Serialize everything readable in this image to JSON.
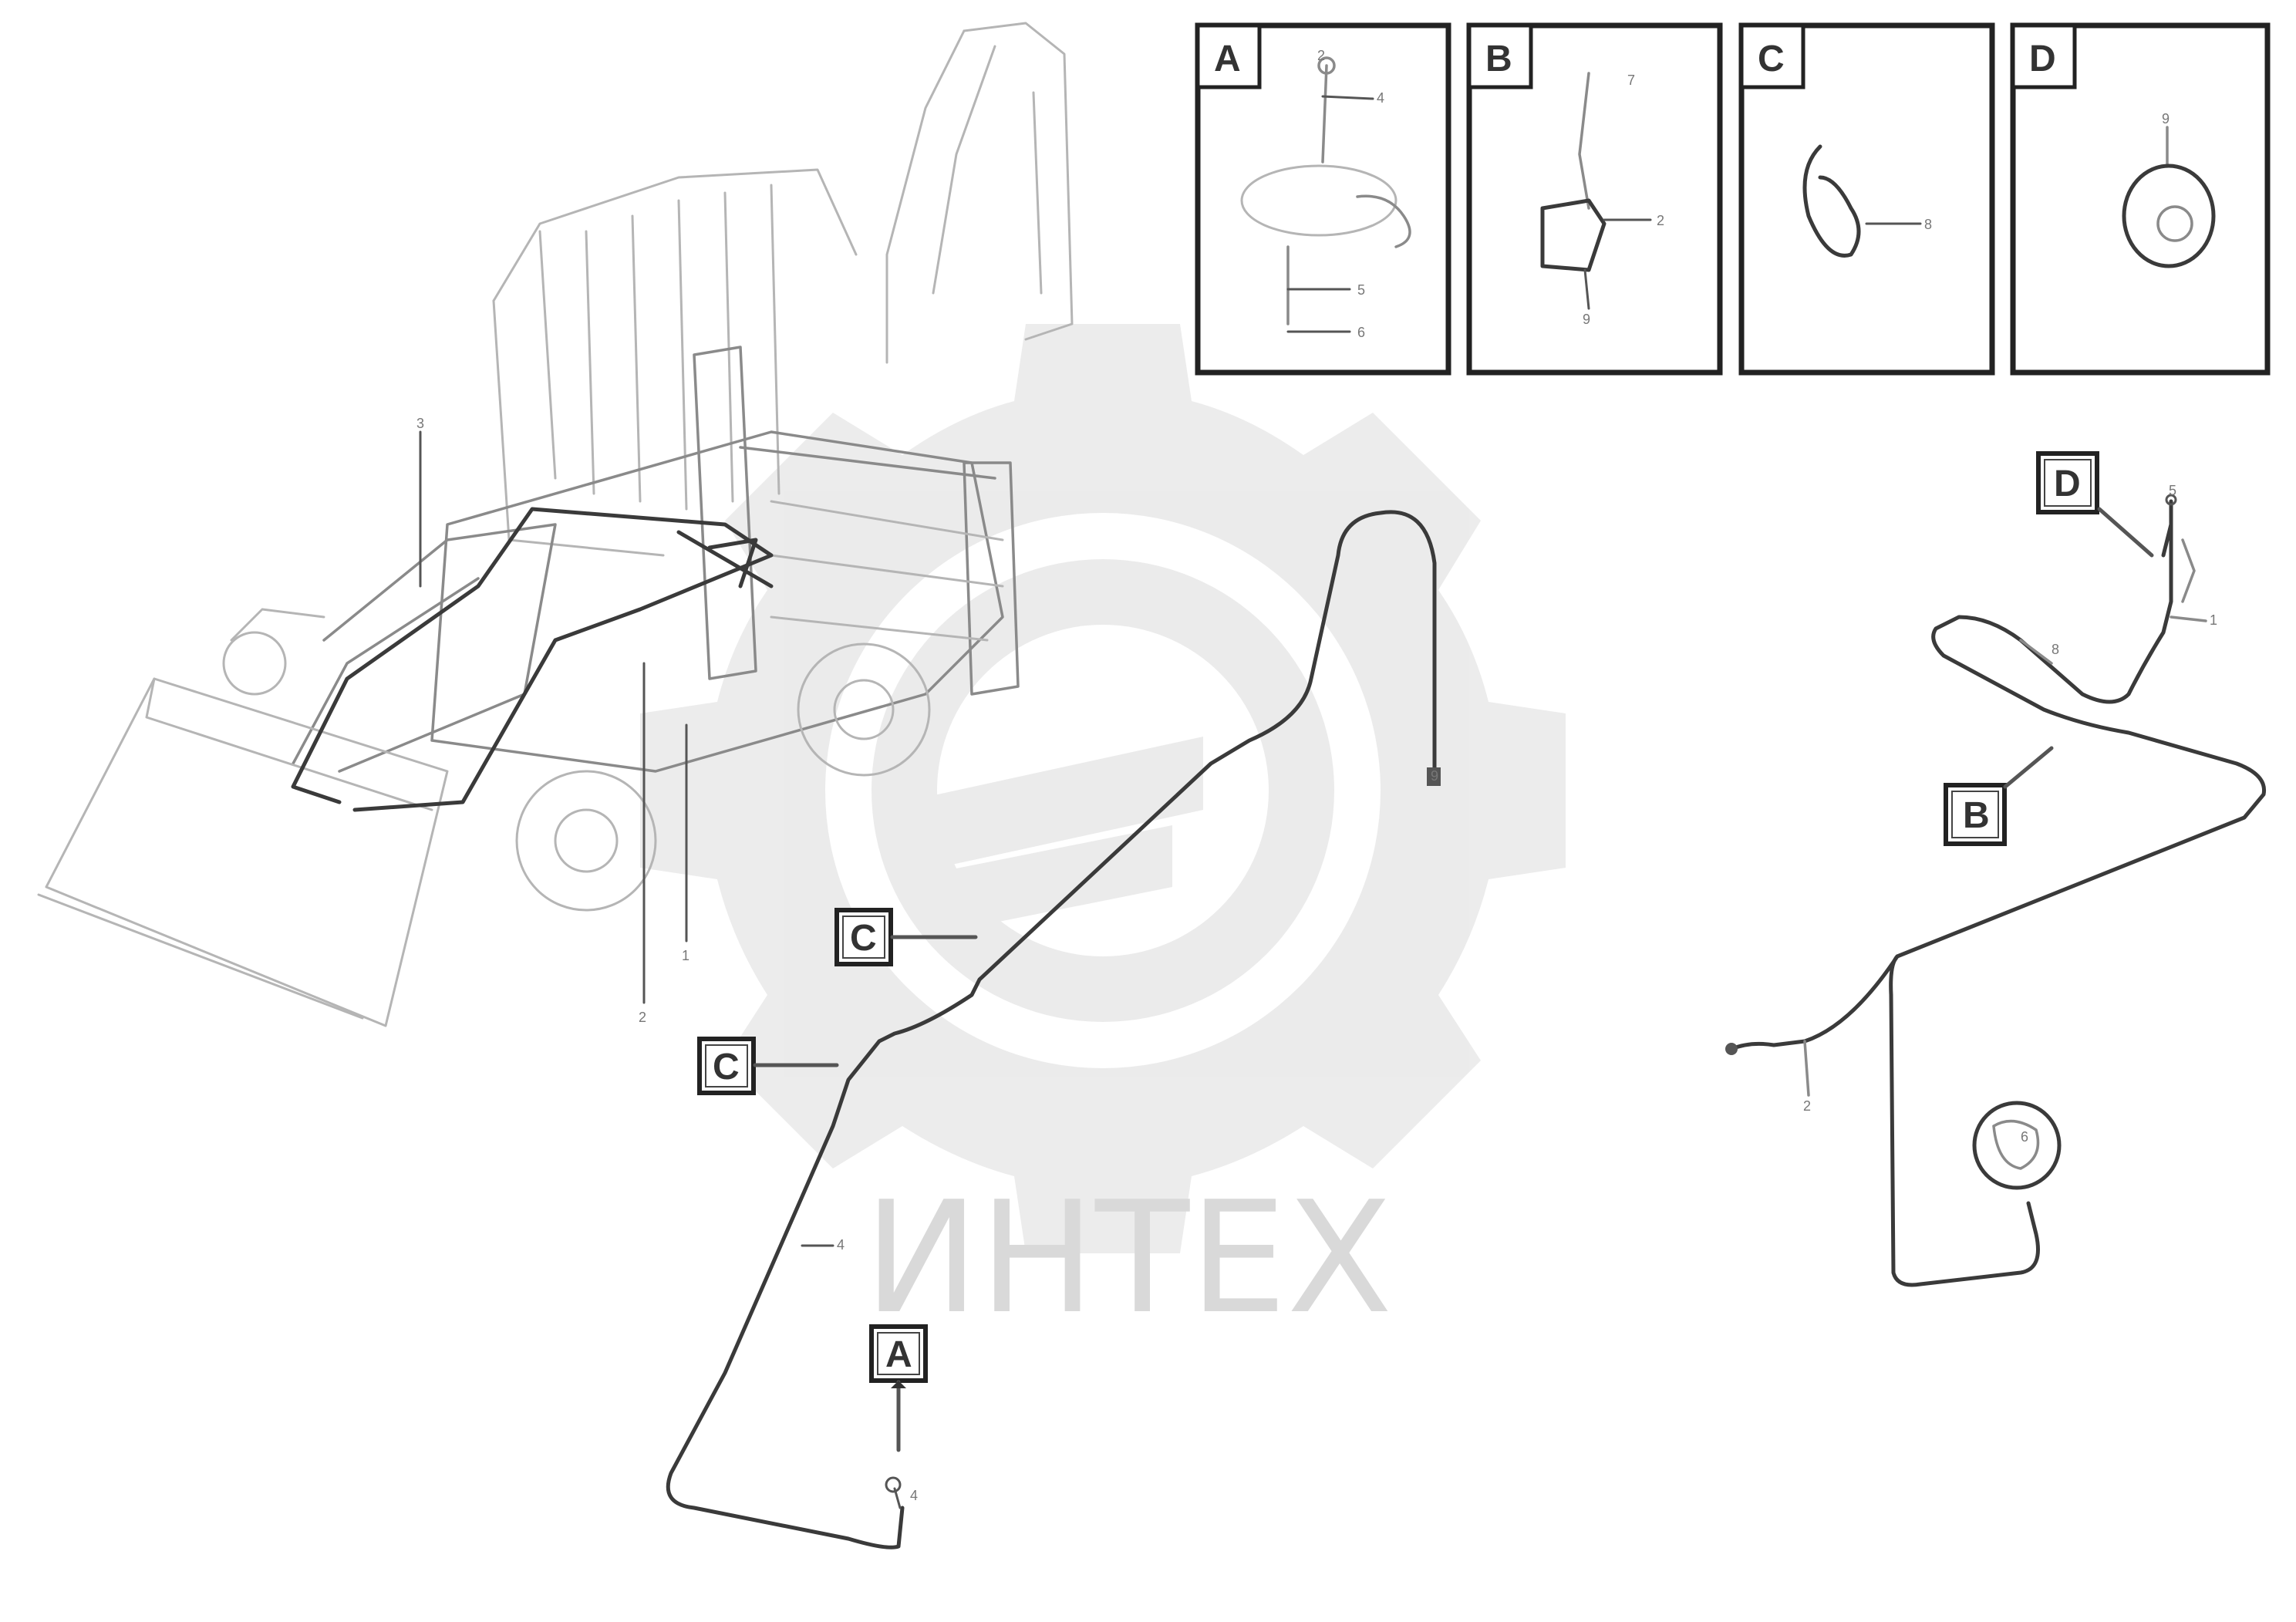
{
  "watermark": {
    "text": "ИНТЕХ"
  },
  "detail_panels": [
    {
      "letter": "A",
      "numbers": [
        "2",
        "4",
        "5",
        "6"
      ]
    },
    {
      "letter": "B",
      "numbers": [
        "7",
        "2",
        "9"
      ]
    },
    {
      "letter": "C",
      "numbers": [
        "8"
      ]
    },
    {
      "letter": "D",
      "numbers": [
        "9"
      ]
    }
  ],
  "main_callouts": {
    "c_upper": "C",
    "c_lower": "C",
    "a": "A",
    "d": "D",
    "b": "B"
  },
  "part_numbers": {
    "machine_3": "3",
    "machine_1": "1",
    "machine_2": "2",
    "cable_9": "9",
    "cable_4": "4",
    "cable_4b": "4",
    "harness_5": "5",
    "harness_1": "1",
    "harness_8": "8",
    "harness_2": "2",
    "harness_6": "6"
  },
  "footer": {
    "line1": "",
    "line2": "",
    "code": ""
  }
}
